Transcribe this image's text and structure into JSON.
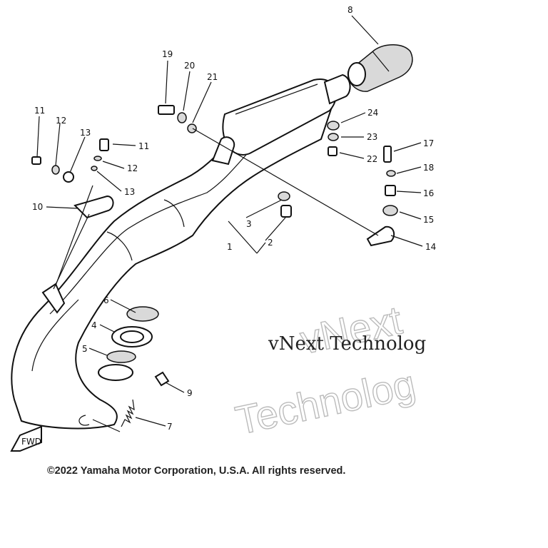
{
  "callouts": [
    {
      "id": "c8",
      "text": "8"
    },
    {
      "id": "c19",
      "text": "19"
    },
    {
      "id": "c20",
      "text": "20"
    },
    {
      "id": "c21",
      "text": "21"
    },
    {
      "id": "c24",
      "text": "24"
    },
    {
      "id": "c23",
      "text": "23"
    },
    {
      "id": "c22",
      "text": "22"
    },
    {
      "id": "c17",
      "text": "17"
    },
    {
      "id": "c18",
      "text": "18"
    },
    {
      "id": "c16",
      "text": "16"
    },
    {
      "id": "c15",
      "text": "15"
    },
    {
      "id": "c14",
      "text": "14"
    },
    {
      "id": "c11a",
      "text": "11"
    },
    {
      "id": "c12a",
      "text": "12"
    },
    {
      "id": "c13a",
      "text": "13"
    },
    {
      "id": "c11b",
      "text": "11"
    },
    {
      "id": "c12b",
      "text": "12"
    },
    {
      "id": "c13b",
      "text": "13"
    },
    {
      "id": "c10",
      "text": "10"
    },
    {
      "id": "c3",
      "text": "3"
    },
    {
      "id": "c1",
      "text": "1"
    },
    {
      "id": "c2",
      "text": "2"
    },
    {
      "id": "c6",
      "text": "6"
    },
    {
      "id": "c4",
      "text": "4"
    },
    {
      "id": "c5",
      "text": "5"
    },
    {
      "id": "c9",
      "text": "9"
    },
    {
      "id": "c7",
      "text": "7"
    }
  ],
  "fwd_label": "FWD",
  "watermark": {
    "line1": "vNext Technolog",
    "big1": "vNext",
    "big2": "Technolog"
  },
  "copyright": "©2022 Yamaha Motor Corporation, U.S.A. All rights reserved."
}
